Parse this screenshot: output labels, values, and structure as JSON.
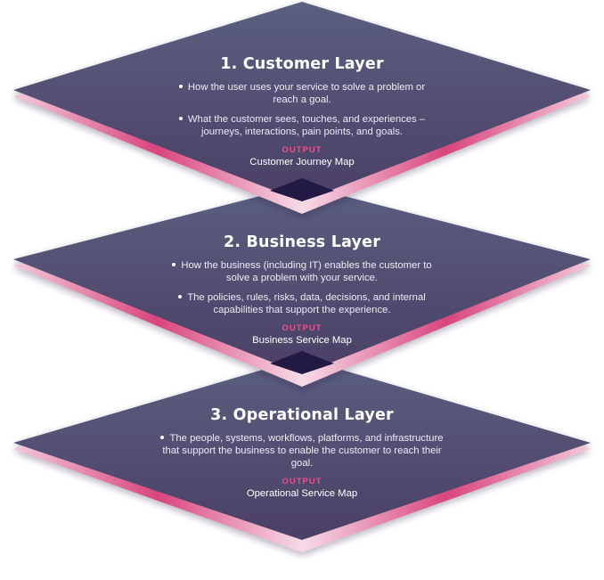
{
  "colors": {
    "face_top": "#5b5f7f",
    "face_bottom": "#4b3f66",
    "edge_pink": "#d9457e",
    "edge_light": "#f6dbe7",
    "notch_dark": "#221a45",
    "output_label": "#e8518b"
  },
  "layers": [
    {
      "title": "1. Customer Layer",
      "bullets": [
        "How the user uses your service to solve a problem or reach a goal.",
        "What the customer sees, touches, and experiences – journeys, interactions, pain points, and goals."
      ],
      "output_label": "OUTPUT",
      "output_value": "Customer Journey Map"
    },
    {
      "title": "2. Business Layer",
      "bullets": [
        "How the business (including IT) enables the customer to solve a problem with your service.",
        "The policies, rules, risks, data, decisions, and internal capabilities that support the experience."
      ],
      "output_label": "OUTPUT",
      "output_value": "Business Service Map"
    },
    {
      "title": "3. Operational Layer",
      "bullets": [
        "The people, systems, workflows, platforms, and infrastructure that support the business to enable the customer to reach their goal."
      ],
      "output_label": "OUTPUT",
      "output_value": "Operational Service Map"
    }
  ]
}
